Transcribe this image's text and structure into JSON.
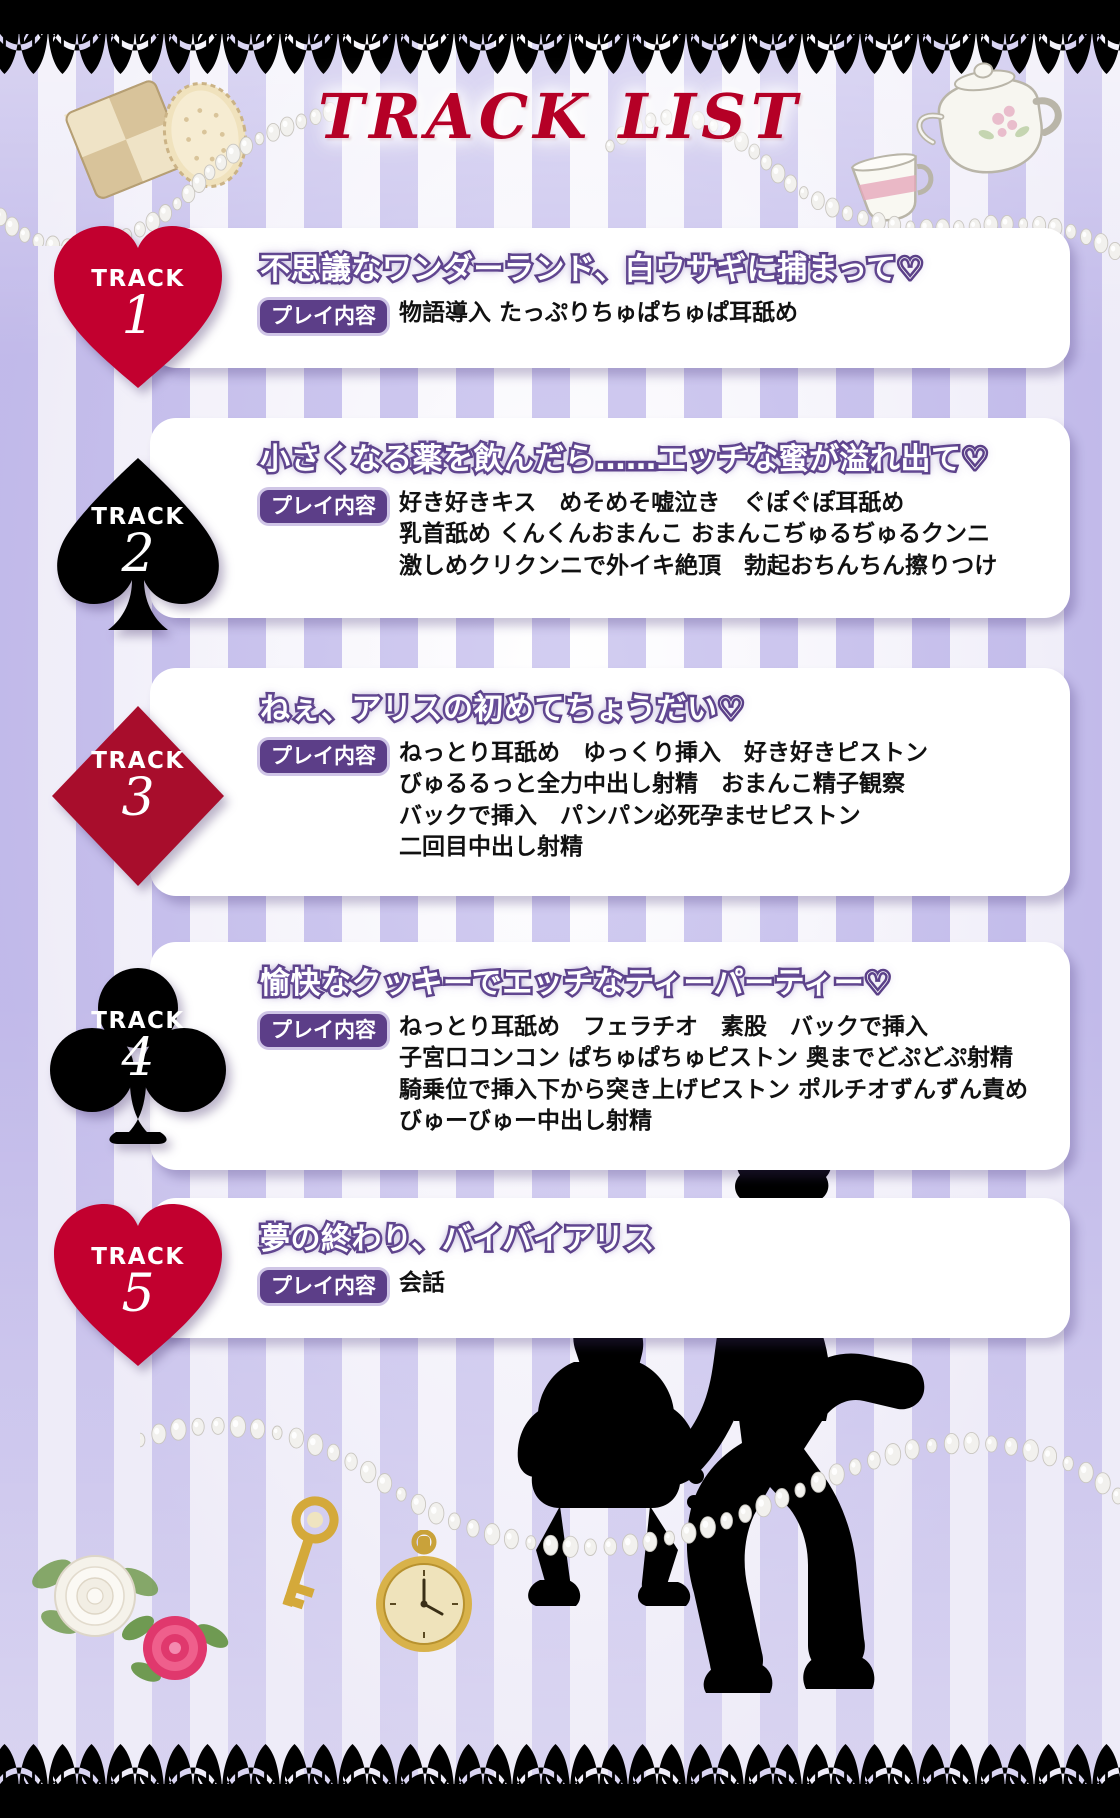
{
  "header": {
    "title": "TRACK LIST",
    "title_color": "#b50026",
    "decorations": [
      "cookie-square-icon",
      "cookie-round-icon",
      "teapot-icon",
      "teacup-icon",
      "pearl-strand-icon"
    ]
  },
  "theme": {
    "stripe_color": "#c9c3ee",
    "card_color": "#ffffff",
    "badge_color": "#5c3e88",
    "title_outline_color": "#5a3f86",
    "red_suit_color": "#c2002f",
    "dark_red_suit_color": "#a80d2c",
    "black_suit_color": "#000000"
  },
  "badge_label": "プレイ内容",
  "track_label": "TRACK",
  "tracks": [
    {
      "number": "1",
      "suit": "heart-icon",
      "suit_color": "#c2002f",
      "title": "不思議なワンダーランド、白ウサギに捕まって♡",
      "content_lines": [
        "物語導入 たっぷりちゅぱちゅぱ耳舐め"
      ]
    },
    {
      "number": "2",
      "suit": "spade-icon",
      "suit_color": "#000000",
      "title": "小さくなる薬を飲んだら……エッチな蜜が溢れ出て♡",
      "content_lines": [
        "好き好きキス　めそめそ嘘泣き　ぐぽぐぽ耳舐め",
        "乳首舐め くんくんおまんこ おまんこぢゅるぢゅるクンニ",
        "激しめクリクンニで外イキ絶頂　勃起おちんちん擦りつけ"
      ]
    },
    {
      "number": "3",
      "suit": "diamond-icon",
      "suit_color": "#a80d2c",
      "title": "ねぇ、アリスの初めてちょうだい♡",
      "content_lines": [
        "ねっとり耳舐め　ゆっくり挿入　好き好きピストン",
        "びゅるるっと全力中出し射精　おまんこ精子観察",
        "バックで挿入　パンパン必死孕ませピストン",
        "二回目中出し射精"
      ]
    },
    {
      "number": "4",
      "suit": "club-icon",
      "suit_color": "#000000",
      "title": "愉快なクッキーでエッチなティーパーティー♡",
      "content_lines": [
        "ねっとり耳舐め　フェラチオ　素股　バックで挿入",
        "子宮口コンコン ぱちゅぱちゅピストン 奥までどぷどぷ射精",
        "騎乗位で挿入下から突き上げピストン ポルチオずんずん責め",
        "びゅーびゅー中出し射精"
      ]
    },
    {
      "number": "5",
      "suit": "heart-icon",
      "suit_color": "#c2002f",
      "title": "夢の終わり、バイバイアリス",
      "content_lines": [
        "会話"
      ]
    }
  ],
  "footer": {
    "decorations": [
      "white-rose-icon",
      "pink-rose-icon",
      "golden-key-icon",
      "pocket-watch-icon",
      "pearl-strand-icon",
      "alice-silhouette",
      "white-rabbit-silhouette"
    ]
  }
}
